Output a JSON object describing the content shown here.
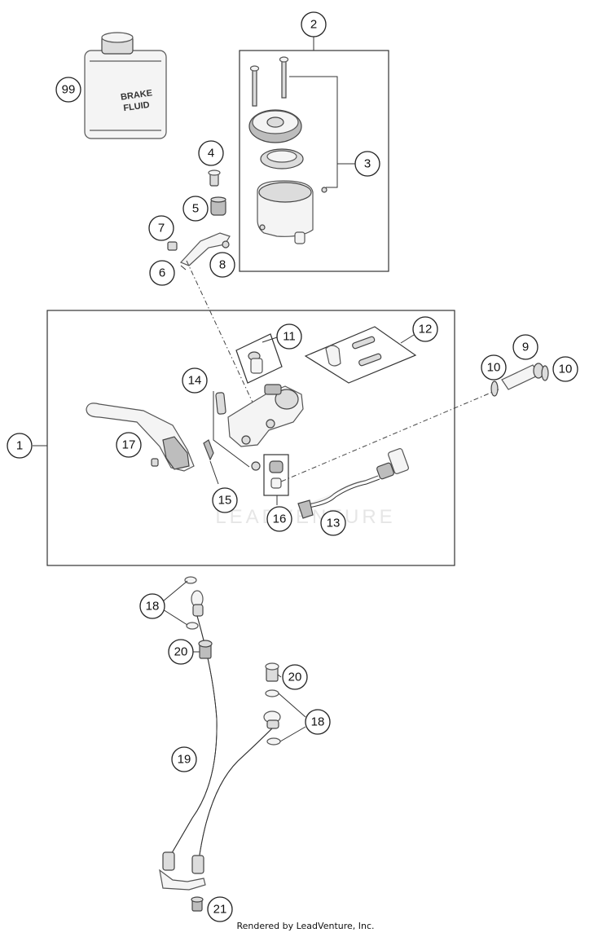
{
  "diagram": {
    "brake_fluid_can": {
      "line1": "BRAKE",
      "line2": "FLUID"
    },
    "watermark": "LEADVENTURE",
    "callouts": {
      "c1": "1",
      "c2": "2",
      "c3": "3",
      "c4": "4",
      "c5": "5",
      "c6": "6",
      "c7": "7",
      "c8": "8",
      "c9": "9",
      "c10a": "10",
      "c10b": "10",
      "c11": "11",
      "c12": "12",
      "c13": "13",
      "c14": "14",
      "c15": "15",
      "c16": "16",
      "c17": "17",
      "c18a": "18",
      "c18b": "18",
      "c19": "19",
      "c20a": "20",
      "c20b": "20",
      "c21": "21",
      "c99": "99"
    }
  },
  "footer": {
    "credit": "Rendered by LeadVenture, Inc."
  }
}
